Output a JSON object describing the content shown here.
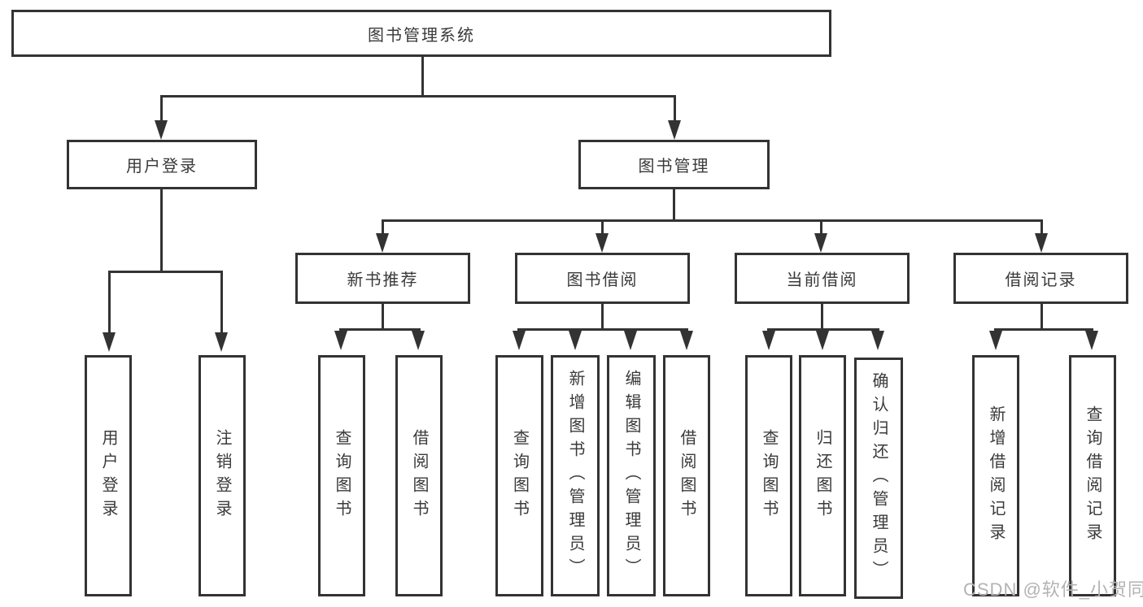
{
  "tree": {
    "root": {
      "label": "图书管理系统"
    },
    "level1": {
      "user_login": {
        "label": "用户登录",
        "children": {
          "login": "用户登录",
          "logout": "注销登录"
        }
      },
      "book_management": {
        "label": "图书管理"
      }
    },
    "level2": {
      "new_book_recommend": {
        "label": "新书推荐",
        "children": {
          "query": "查询图书",
          "borrow": "借阅图书"
        }
      },
      "book_borrow": {
        "label": "图书借阅",
        "children": {
          "query": "查询图书",
          "add": "新增图书（管理员）",
          "edit": "编辑图书（管理员）",
          "borrow": "借阅图书"
        }
      },
      "current_borrow": {
        "label": "当前借阅",
        "children": {
          "query": "查询图书",
          "return": "归还图书",
          "confirm": "确认归还（管理员）"
        }
      },
      "borrow_records": {
        "label": "借阅记录",
        "children": {
          "add": "新增借阅记录",
          "query": "查询借阅记录"
        }
      }
    }
  },
  "watermark": {
    "text": "CSDN @软件_小贺同学"
  },
  "colors": {
    "line": "#333333",
    "box_border": "#333333",
    "box_fill": "#ffffff",
    "text": "#3a3a3a",
    "watermark": "#b3b3b3",
    "background": "#ffffff"
  }
}
